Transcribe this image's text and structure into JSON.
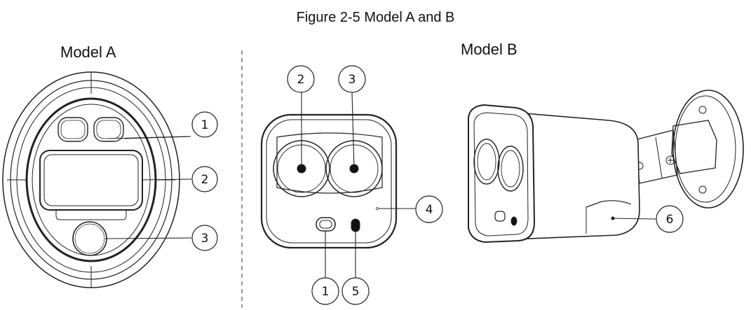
{
  "figure": {
    "title": "Figure 2-5 Model A and B"
  },
  "model_a": {
    "label": "Model A",
    "callouts": [
      "1",
      "2",
      "3"
    ]
  },
  "model_b": {
    "label": "Model B",
    "callouts": [
      "2",
      "3",
      "4",
      "1",
      "5",
      "6"
    ]
  }
}
